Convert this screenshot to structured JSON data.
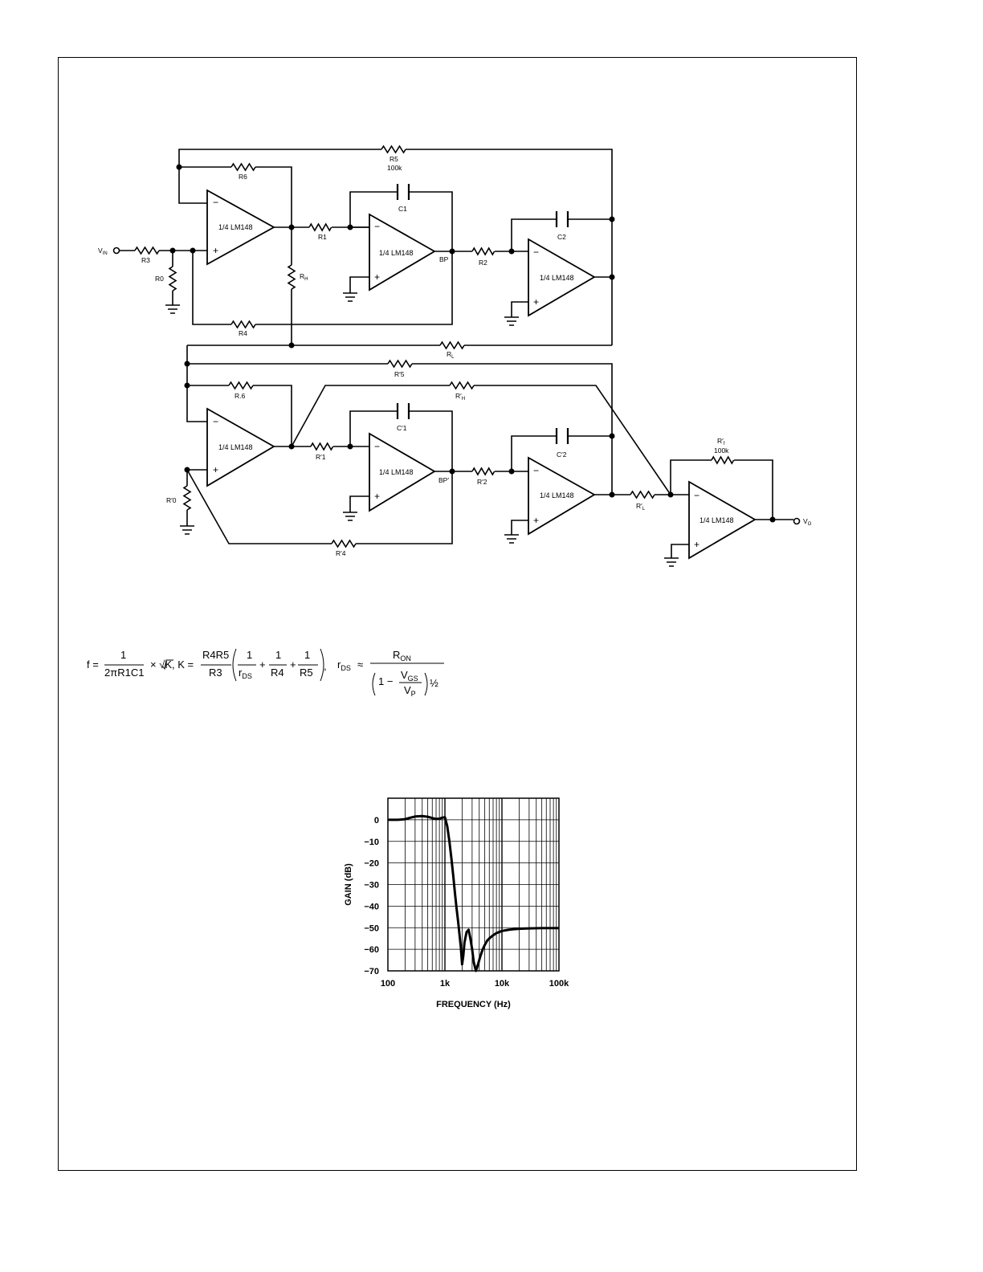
{
  "schematic": {
    "opamp_label": "1/4 LM148",
    "minus": "−",
    "plus": "+",
    "vin": "V",
    "vin_sub": "IN",
    "vo": "V",
    "vo_sub": "O",
    "labels": {
      "r5": "R5",
      "r5_val": "100k",
      "r6": "R6",
      "c1": "C1",
      "r1": "R1",
      "c2": "C2",
      "r2": "R2",
      "r3": "R3",
      "r0": "R0",
      "rh": "R",
      "rh_sub": "H",
      "bp": "BP",
      "r4": "R4",
      "rl": "R",
      "rl_sub": "L",
      "r5p": "R′5",
      "r6p": "R.6",
      "rhp": "R′",
      "rhp_sub": "H",
      "c1p": "C′1",
      "r1p": "R′1",
      "c2p": "C′2",
      "r2p": "R′2",
      "bpp": "BP′",
      "r0p": "R′0",
      "r4p": "R′4",
      "rlp": "R′",
      "rlp_sub": "L",
      "rfp": "R′",
      "rfp_sub": "f",
      "rfp_val": "100k"
    }
  },
  "formula": {
    "f": "f =",
    "num1": "1",
    "den1": "2πR1C1",
    "times": "× √K, K =",
    "num2": "R4R5",
    "den2": "R3",
    "one_a": "1",
    "rds_a": "r",
    "rds_a_sub": "DS",
    "plus1": "+",
    "one_b": "1",
    "r4": "R4",
    "plus2": "+",
    "one_c": "1",
    "r5": "R5",
    "comma": ",",
    "rds": "r",
    "rds_sub": "DS",
    "approx": "≈",
    "ron": "R",
    "ron_sub": "ON",
    "one_d": "1 −",
    "vgs": "V",
    "vgs_sub": "GS",
    "vp": "V",
    "vp_sub": "P",
    "half": "½"
  },
  "chart_data": {
    "type": "line",
    "title": "",
    "xlabel": "FREQUENCY (Hz)",
    "ylabel": "GAIN (dB)",
    "xscale": "log",
    "xlim": [
      100,
      100000
    ],
    "ylim": [
      -70,
      10
    ],
    "grid": true,
    "x_ticks": [
      100,
      1000,
      10000,
      100000
    ],
    "x_tick_labels": [
      "100",
      "1k",
      "10k",
      "100k"
    ],
    "y_ticks": [
      0,
      -10,
      -20,
      -30,
      -40,
      -50,
      -60,
      -70
    ],
    "y_tick_labels": [
      "0",
      "−10",
      "−20",
      "−30",
      "−40",
      "−50",
      "−60",
      "−70"
    ],
    "series": [
      {
        "x": [
          100,
          150,
          200,
          250,
          300,
          400,
          500,
          600,
          700,
          800,
          900,
          1000,
          1100,
          1200,
          1300,
          1400,
          1500,
          1600,
          1700,
          1800,
          1900,
          2000,
          2100,
          2200,
          2400,
          2600,
          2800,
          3000,
          3200,
          3500,
          3800,
          4200,
          4600,
          5000,
          5500,
          6000,
          7000,
          8000,
          10000,
          13000,
          16000,
          20000,
          30000,
          50000,
          100000
        ],
        "y": [
          0,
          0,
          0.3,
          1,
          1.5,
          1.7,
          1.4,
          0.8,
          0.4,
          0.5,
          1,
          1.2,
          -3,
          -10,
          -18,
          -26,
          -34,
          -41,
          -47,
          -53,
          -59,
          -67,
          -63,
          -57,
          -52,
          -51,
          -55,
          -60,
          -66,
          -70,
          -67,
          -63,
          -60,
          -58,
          -56,
          -55,
          -53.5,
          -52.5,
          -51.5,
          -51,
          -50.7,
          -50.5,
          -50.3,
          -50.2,
          -50.2
        ],
        "color": "#000000"
      }
    ]
  }
}
